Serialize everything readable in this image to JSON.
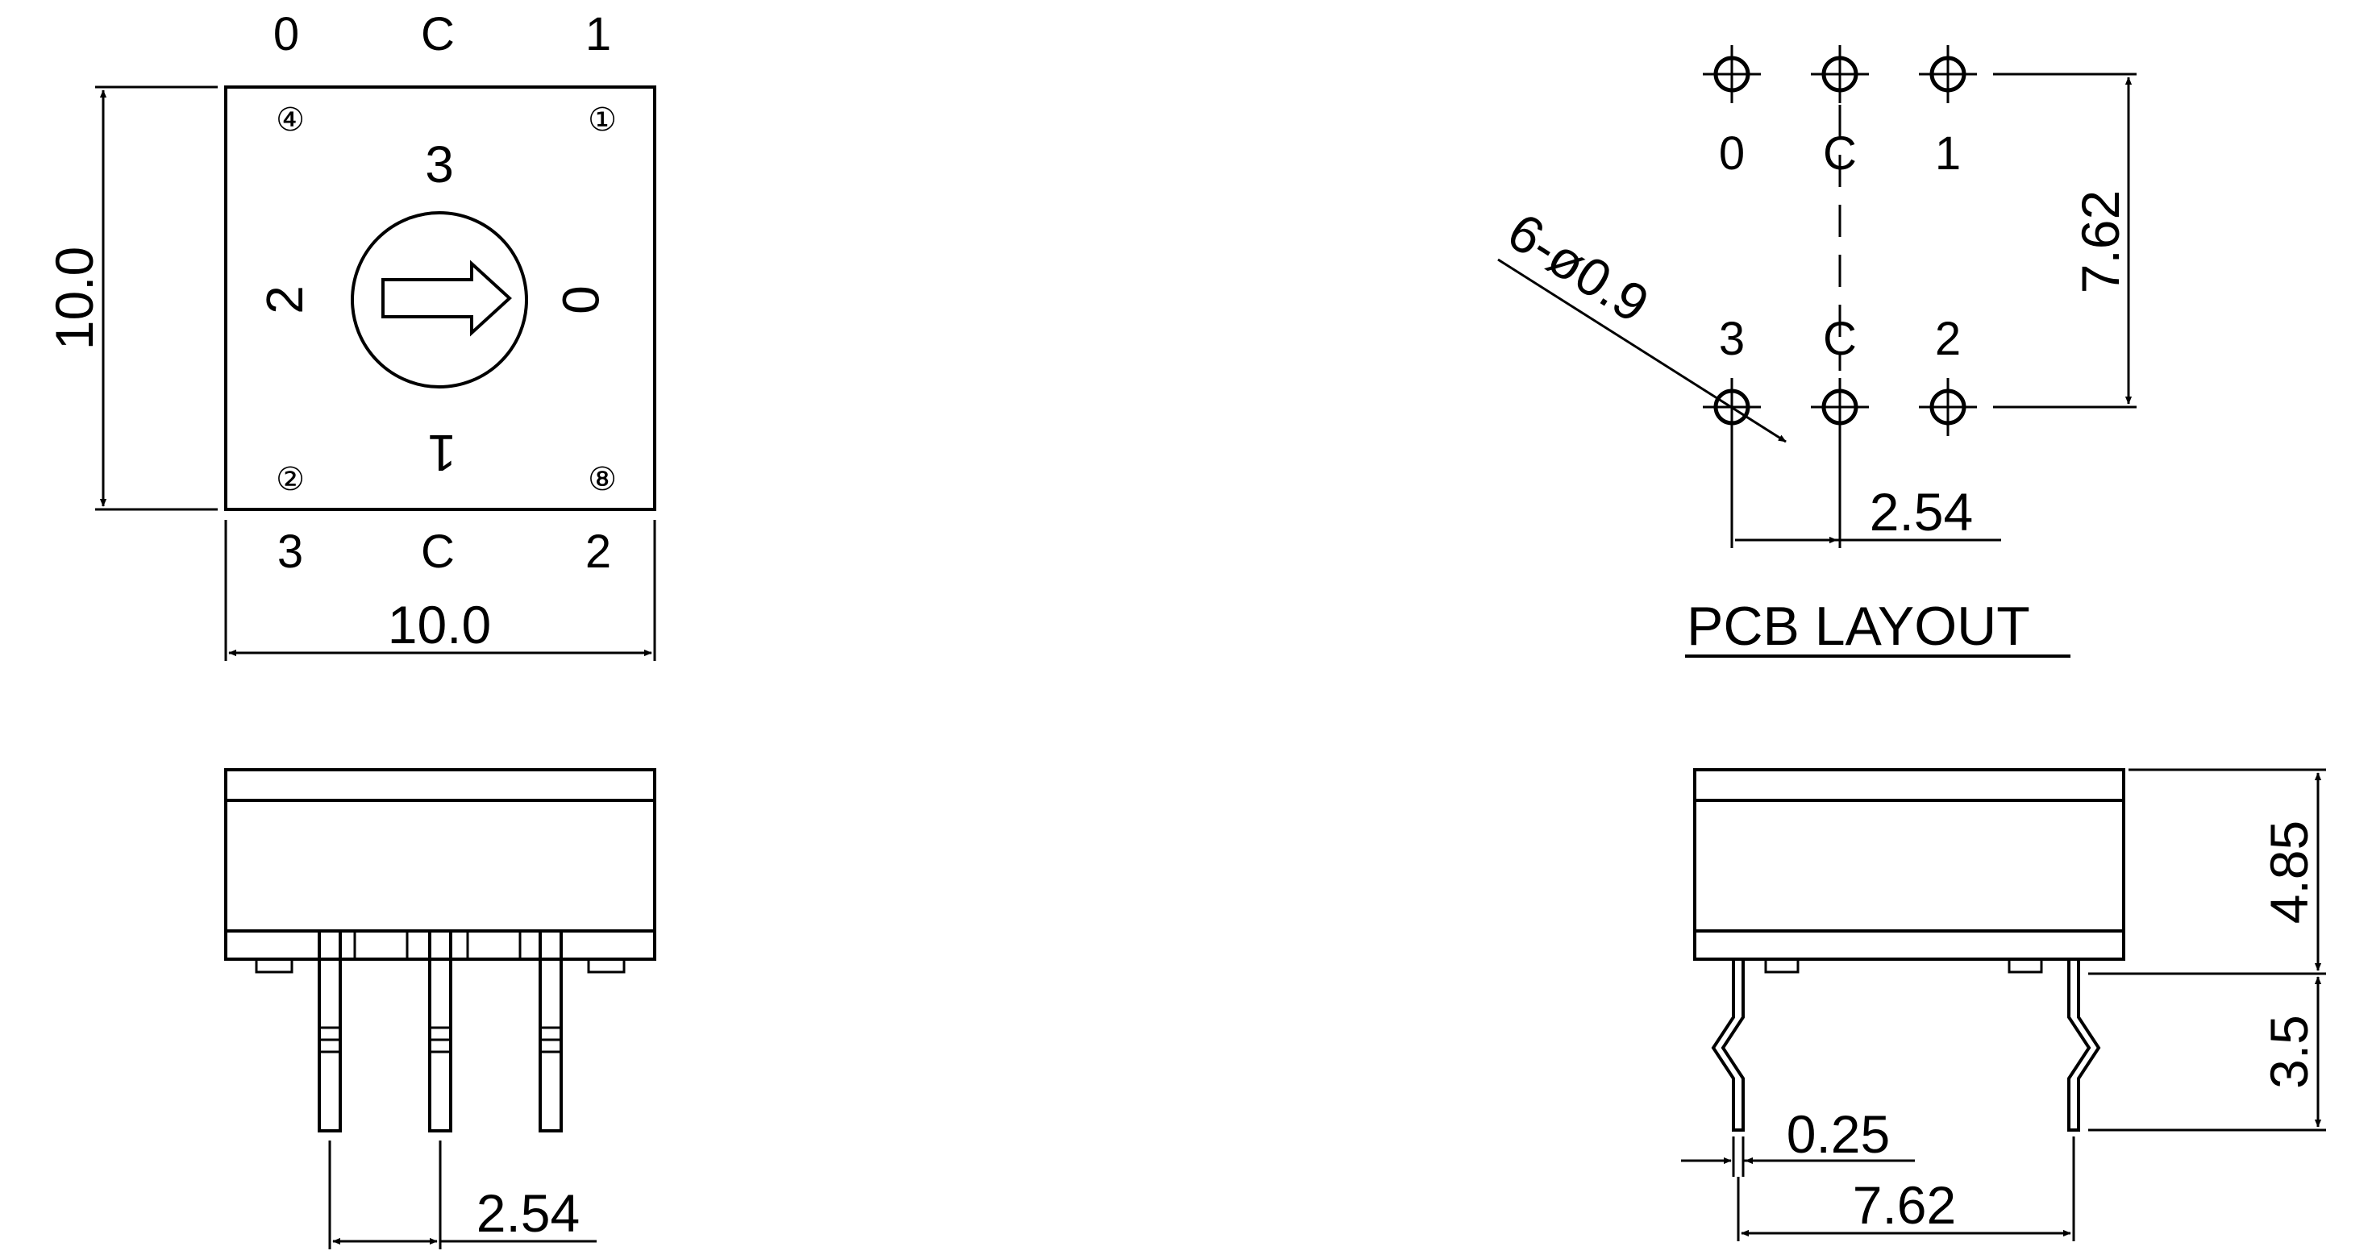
{
  "top_view": {
    "pin_labels_top": [
      "0",
      "C",
      "1"
    ],
    "pin_labels_bottom": [
      "3",
      "C",
      "2"
    ],
    "dial_positions": [
      "3",
      "0",
      "1",
      "2"
    ],
    "corner_marks": [
      "④",
      "①",
      "②",
      "⑧"
    ],
    "width_dim": "10.0",
    "height_dim": "10.0"
  },
  "pcb_layout": {
    "title": "PCB LAYOUT",
    "pin_labels_top": [
      "0",
      "C",
      "1"
    ],
    "pin_labels_bottom": [
      "3",
      "C",
      "2"
    ],
    "hole_callout": "6-ø0.9",
    "row_spacing_dim": "7.62",
    "pitch_dim": "2.54"
  },
  "front_view": {
    "pitch_dim": "2.54"
  },
  "side_view": {
    "body_height_dim": "4.85",
    "lead_length_dim": "3.5",
    "lead_thickness_dim": "0.25",
    "row_spacing_dim": "7.62"
  }
}
